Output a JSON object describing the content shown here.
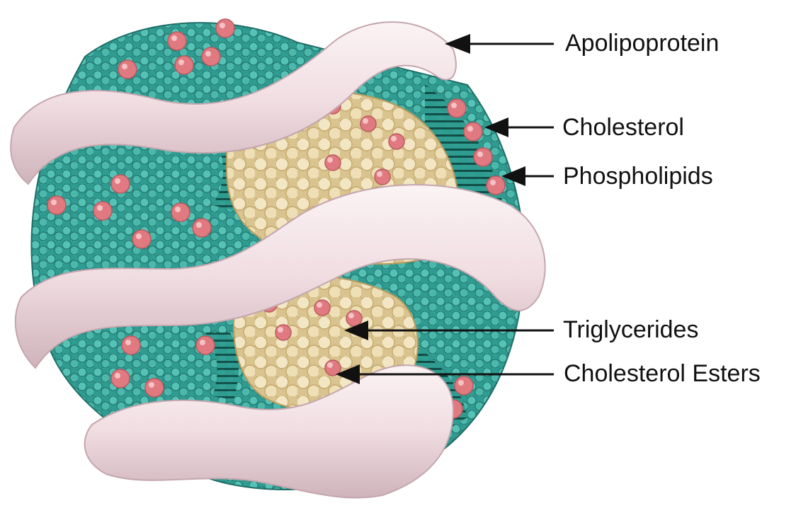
{
  "labels": {
    "apolipoprotein": "Apolipoprotein",
    "cholesterol": "Cholesterol",
    "phospholipids": "Phospholipids",
    "triglycerides": "Triglycerides",
    "cholesterol_esters": "Cholesterol Esters"
  },
  "colors": {
    "teal": "#3fb0a6",
    "teal_dark": "#1f6e66",
    "pink_head": "#e07a80",
    "band": "#f1dfe3",
    "band_shadow": "#cdb2ba",
    "core": "#ead7ac",
    "core_edge": "#c9b07a",
    "arrow": "#111111"
  }
}
